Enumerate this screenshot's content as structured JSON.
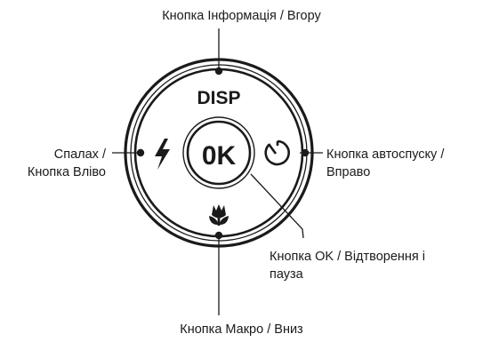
{
  "labels": {
    "top": "Кнопка Інформація / Вгору",
    "left_line1": "Спалах /",
    "left_line2": "Кнопка Вліво",
    "right_line1": "Кнопка автоспуску /",
    "right_line2": "Вправо",
    "ok_line1": "Кнопка OK / Відтворення і",
    "ok_line2": "пауза",
    "bottom": "Кнопка Макро / Вниз"
  },
  "control": {
    "disp_text": "DISP",
    "ok_text": "0K"
  },
  "icons": {
    "up": "disp-text",
    "left": "flash-icon",
    "right": "self-timer-icon",
    "down": "macro-flower-icon",
    "center": "ok-button"
  },
  "colors": {
    "ink": "#1a1a1a",
    "background": "#ffffff"
  }
}
